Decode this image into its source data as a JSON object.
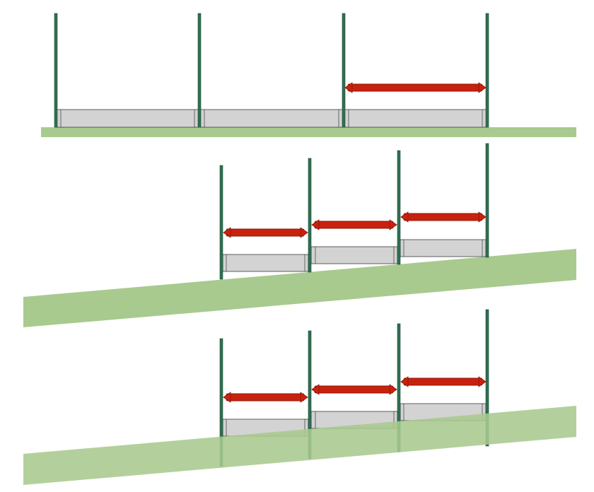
{
  "colors": {
    "background": "#ffffff",
    "ground": "#a8ca8e",
    "post": "#2f6f52",
    "post_stroke": "#1f4d39",
    "board_fill": "#d3d3d3",
    "board_stroke": "#3a3a3a",
    "arrow": "#c8220f",
    "arrow_edge": "#8c1507"
  },
  "diagram": {
    "panels": [
      {
        "name": "flat-ground",
        "ground_type": "flat",
        "bays": 3,
        "spacing_arrows_on_bays": [
          3
        ]
      },
      {
        "name": "sloped-ground-stepped",
        "ground_type": "slope",
        "bays": 3,
        "spacing_arrows_on_bays": [
          1,
          2,
          3
        ]
      },
      {
        "name": "sloped-ground-stepped-embedded",
        "ground_type": "slope",
        "bays": 3,
        "spacing_arrows_on_bays": [
          1,
          2,
          3
        ],
        "posts_embedded_in_ground": true
      }
    ]
  }
}
